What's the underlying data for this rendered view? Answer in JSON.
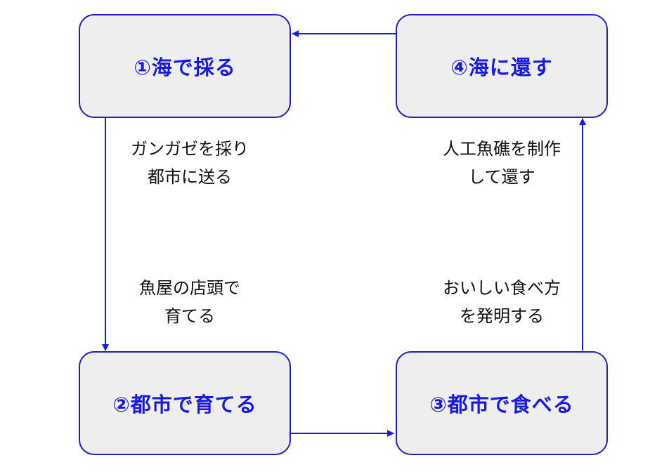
{
  "colors": {
    "accent": "#1a1ae6",
    "box_fill": "#eeeeee",
    "text": "#111111"
  },
  "nodes": {
    "sea_harvest": "①海で採る",
    "city_grow": "②都市で育てる",
    "city_eat": "③都市で食べる",
    "sea_return": "④海に還す"
  },
  "edges": {
    "harvest_to_grow": {
      "line1": "ガンガゼを採り",
      "line2": "都市に送る",
      "line3": "魚屋の店頭で",
      "line4": "育てる"
    },
    "eat_to_return": {
      "line1": "人工魚礁を制作",
      "line2": "して還す",
      "line3": "おいしい食べ方",
      "line4": "を発明する"
    }
  }
}
